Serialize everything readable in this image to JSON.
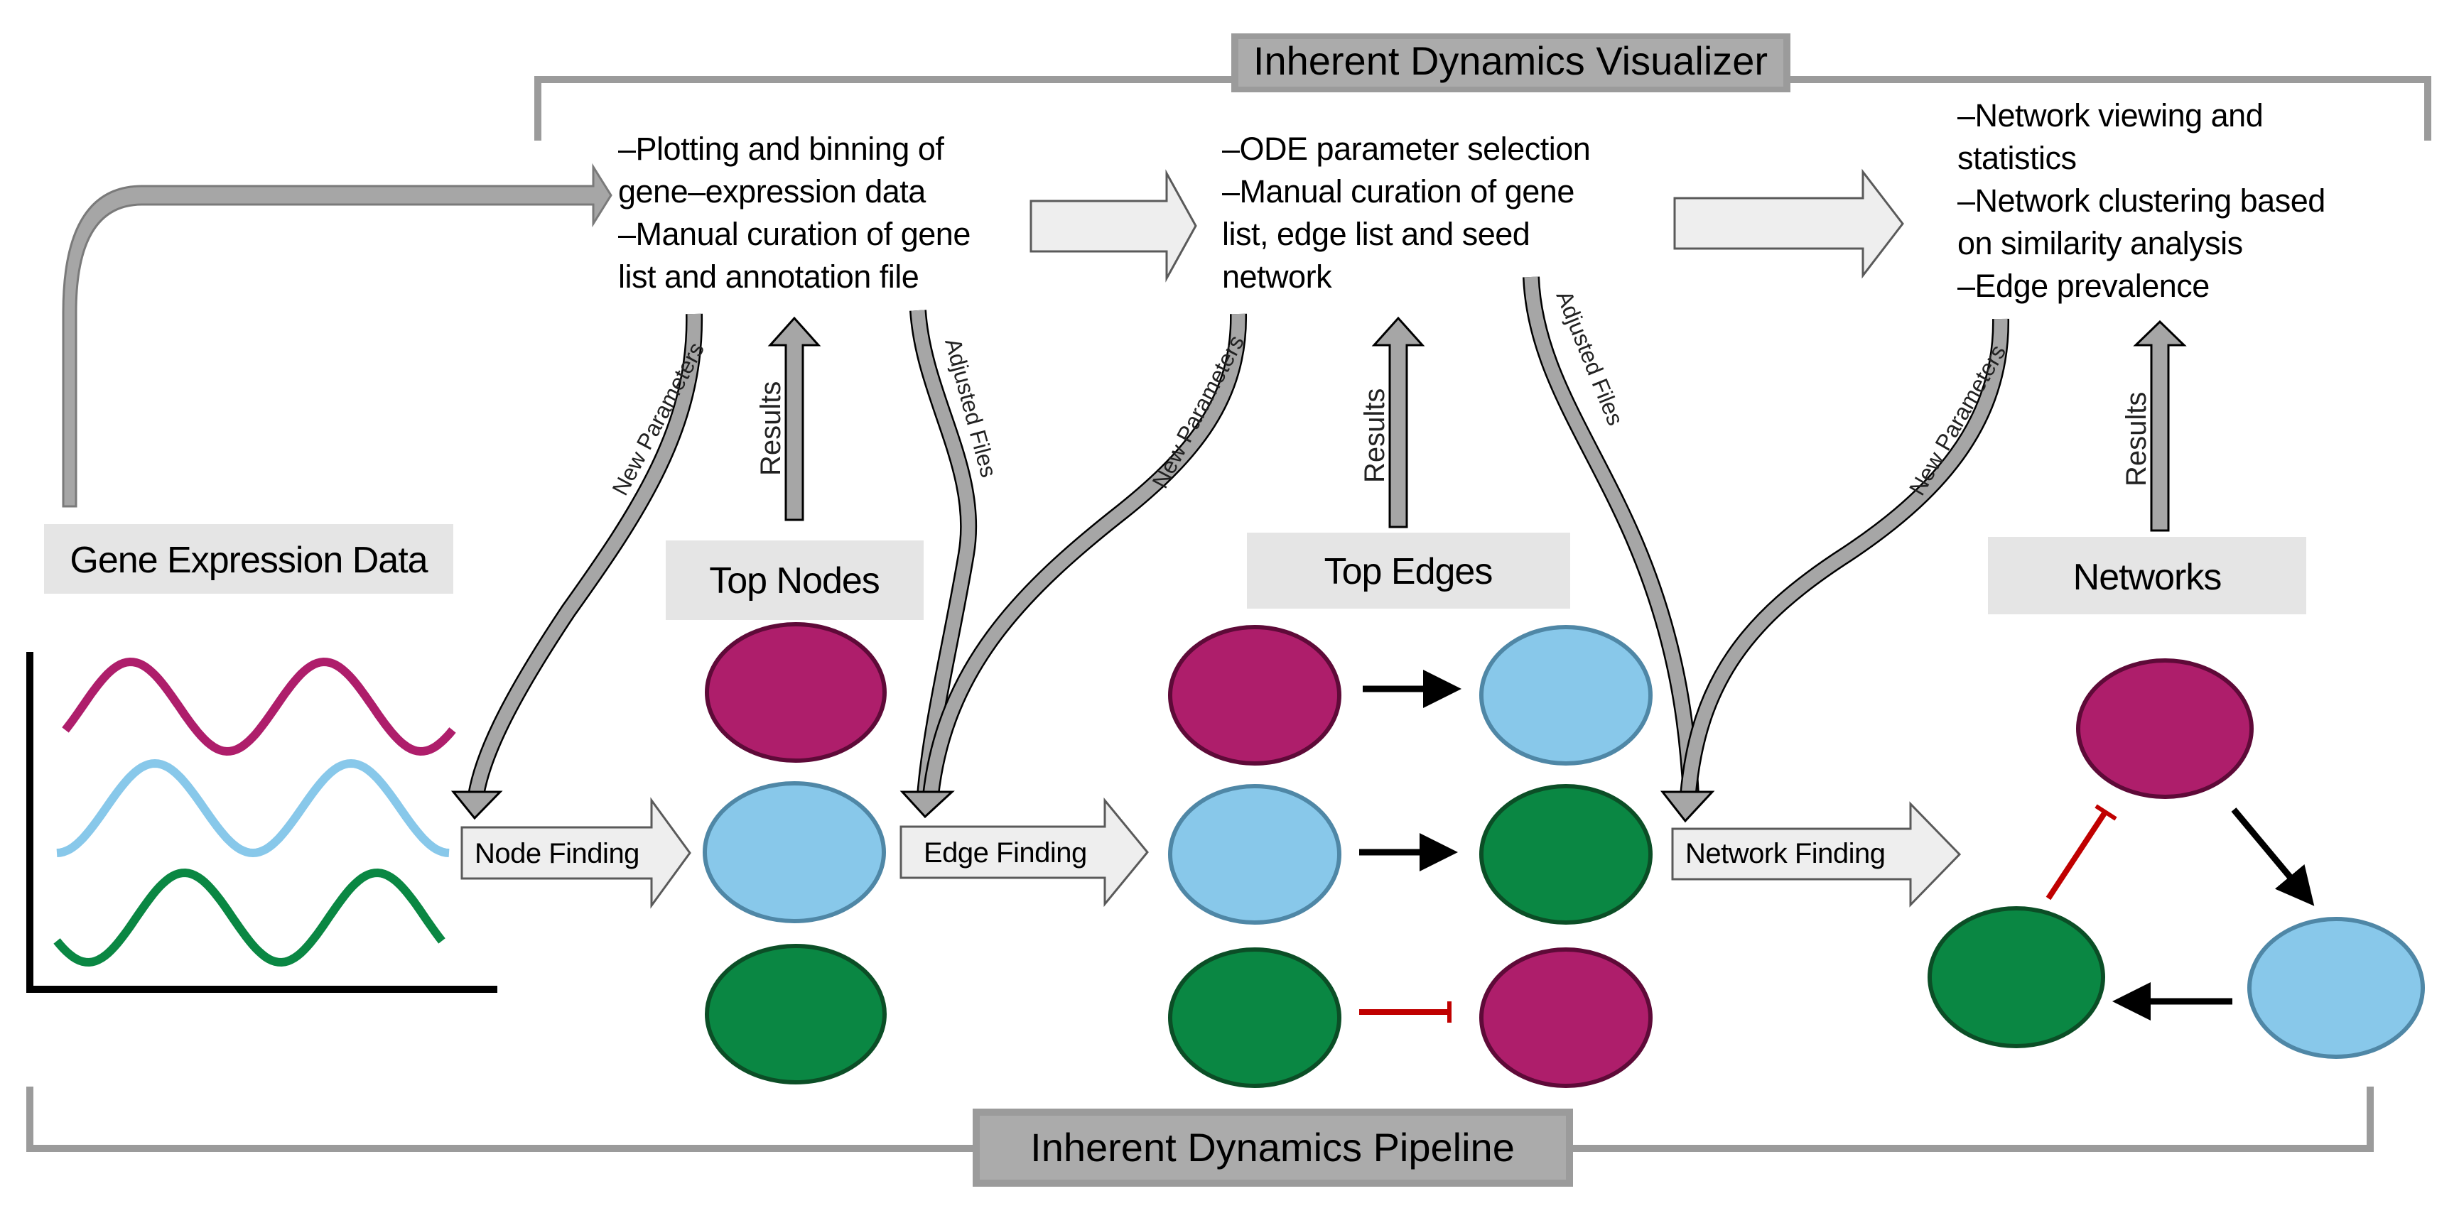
{
  "banners": {
    "visualizer": "Inherent Dynamics Visualizer",
    "pipeline": "Inherent Dynamics Pipeline"
  },
  "stage_labels": {
    "gene_expression": "Gene Expression Data",
    "top_nodes": "Top Nodes",
    "top_edges": "Top Edges",
    "networks": "Networks"
  },
  "steps": {
    "node_finding": "Node Finding",
    "edge_finding": "Edge Finding",
    "network_finding": "Network Finding"
  },
  "visualizer_panels": [
    {
      "lines": [
        "–Plotting  and binning of",
        "gene–expression data",
        "–Manual  curation of gene",
        "list and annotation file"
      ]
    },
    {
      "lines": [
        "–ODE parameter selection",
        "–Manual  curation of gene",
        "list, edge list and seed",
        "network"
      ]
    },
    {
      "lines": [
        "–Network viewing  and",
        "statistics",
        "–Network clustering  based",
        "on similarity analysis",
        "–Edge  prevalence"
      ]
    }
  ],
  "flow_labels": {
    "new_parameters": "New Parameters",
    "adjusted_files": "Adjusted Files",
    "results": "Results"
  },
  "colors": {
    "magenta": "#AE1E6B",
    "magenta_stroke": "#5E0A38",
    "light_blue": "#88C8EA",
    "light_blue_stroke": "#4F87A6",
    "green": "#0A8743",
    "green_stroke": "#0B4E26",
    "activation": "#000000",
    "inhibition": "#C00000",
    "bracket": "#9B9B9B",
    "banner_fill": "#ABABAB",
    "label_fill": "#E5E5E5",
    "step_fill": "#EEEEEE",
    "flow_arrow": "#A6A6A6"
  },
  "gene_expression_plot": {
    "series": [
      {
        "name": "magenta gene",
        "color": "magenta",
        "phase": "starts rising"
      },
      {
        "name": "light blue gene",
        "color": "light_blue",
        "phase": "starts at trough"
      },
      {
        "name": "green gene",
        "color": "green",
        "phase": "starts falling"
      }
    ],
    "periods_shown": 2
  },
  "top_nodes": [
    "magenta",
    "light_blue",
    "green"
  ],
  "top_edges": [
    {
      "source": "magenta",
      "target": "light_blue",
      "type": "activation"
    },
    {
      "source": "light_blue",
      "target": "green",
      "type": "activation"
    },
    {
      "source": "green",
      "target": "magenta",
      "type": "inhibition"
    }
  ],
  "network": {
    "nodes": [
      "magenta",
      "light_blue",
      "green"
    ],
    "edges": [
      {
        "source": "magenta",
        "target": "light_blue",
        "type": "activation"
      },
      {
        "source": "light_blue",
        "target": "green",
        "type": "activation"
      },
      {
        "source": "green",
        "target": "magenta",
        "type": "inhibition"
      }
    ]
  }
}
